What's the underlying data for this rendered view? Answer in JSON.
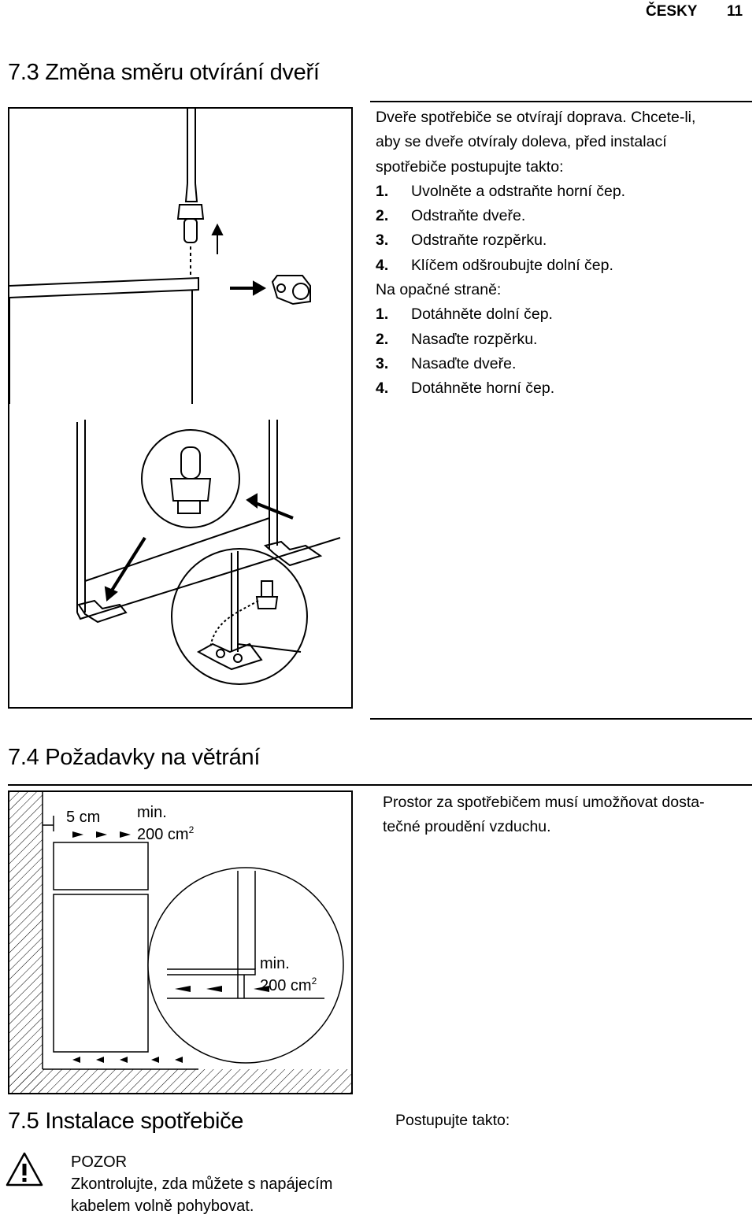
{
  "header": {
    "language": "ČESKY",
    "page_number": "11"
  },
  "section_7_3": {
    "number": "7.3",
    "title": "Změna směru otvírání dveří",
    "intro": [
      "Dveře spotřebiče se otvírají doprava. Chcete-li,",
      "aby se dveře otvíraly doleva, před instalací",
      "spotřebiče postupujte takto:"
    ],
    "steps": [
      {
        "n": "1.",
        "text": "Uvolněte a odstraňte horní čep."
      },
      {
        "n": "2.",
        "text": "Odstraňte dveře."
      },
      {
        "n": "3.",
        "text": "Odstraňte rozpěrku."
      },
      {
        "n": "4.",
        "text": "Klíčem odšroubujte dolní čep."
      }
    ],
    "other_side_label": "Na opačné straně:",
    "steps_other_side": [
      {
        "n": "1.",
        "text": "Dotáhněte dolní čep."
      },
      {
        "n": "2.",
        "text": "Nasaďte rozpěrku."
      },
      {
        "n": "3.",
        "text": "Nasaďte dveře."
      },
      {
        "n": "4.",
        "text": "Dotáhněte horní čep."
      }
    ]
  },
  "section_7_4": {
    "number": "7.4",
    "title": "Požadavky na větrání",
    "text": [
      "Prostor za spotřebičem musí umožňovat dosta-",
      "tečné proudění vzduchu."
    ],
    "figure": {
      "gap_label": "5 cm",
      "top_vent_min": "min.",
      "top_vent_area": "200 cm",
      "top_vent_sup": "2",
      "bottom_vent_min": "min.",
      "bottom_vent_area": "200 cm",
      "bottom_vent_sup": "2"
    }
  },
  "section_7_5": {
    "number": "7.5",
    "title": "Instalace spotřebiče",
    "procedure": "Postupujte takto:",
    "warning_title": "POZOR",
    "warning_text": [
      "Zkontrolujte, zda můžete s napájecím",
      "kabelem volně pohybovat."
    ]
  }
}
